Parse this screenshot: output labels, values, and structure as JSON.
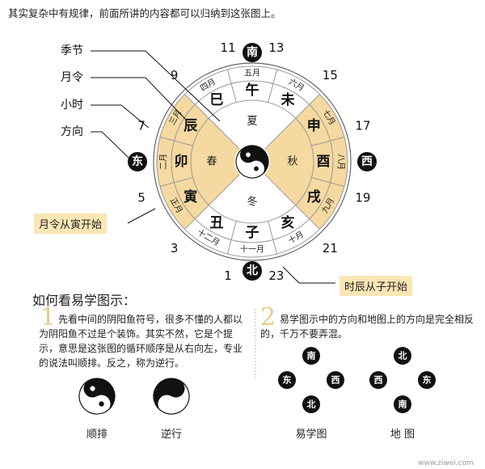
{
  "header": {
    "intro": "其实复杂中有规律，前面所讲的内容都可以归纳到这张图上。"
  },
  "legend_labels": {
    "season": "季节",
    "month": "月令",
    "hour": "小时",
    "direction": "方向"
  },
  "directions": {
    "south": "南",
    "north": "北",
    "east": "东",
    "west": "西"
  },
  "hours": {
    "h1": "1",
    "h3": "3",
    "h5": "5",
    "h7": "7",
    "h9": "9",
    "h11": "11",
    "h13": "13",
    "h15": "15",
    "h17": "17",
    "h19": "19",
    "h21": "21",
    "h23": "23"
  },
  "branches": {
    "zi": "子",
    "chou": "丑",
    "yin": "寅",
    "mao": "卯",
    "chen": "辰",
    "si": "巳",
    "wu": "午",
    "wei": "未",
    "shen": "申",
    "you": "酉",
    "xu": "戌",
    "hai": "亥"
  },
  "months": {
    "zi": "十一月",
    "chou": "十二月",
    "yin": "正月",
    "mao": "二月",
    "chen": "三月",
    "si": "四月",
    "wu": "五月",
    "wei": "六月",
    "shen": "七月",
    "you": "八月",
    "xu": "九月",
    "hai": "十月"
  },
  "seasons": {
    "spring": "春",
    "summer": "夏",
    "autumn": "秋",
    "winter": "冬"
  },
  "callouts": {
    "month_start": "月令从寅开始",
    "hour_start": "时辰从子开始"
  },
  "section": {
    "title": "如何看易学图示："
  },
  "tip1": {
    "num": "1",
    "text": "先看中间的阴阳鱼符号，很多不懂的人都以为阴阳鱼不过是个装饰。其实不然，它是个提示，意思是这张图的循环顺序是从右向左，专业的说法叫顺排。反之，称为逆行。"
  },
  "tip2": {
    "num": "2",
    "text": "易学图示中的方向和地图上的方向是完全相反的，千万不要弄混。"
  },
  "symbols": {
    "forward": "顺排",
    "reverse": "逆行"
  },
  "compass_yixue": {
    "label": "易学图",
    "top": "南",
    "left": "东",
    "right": "西",
    "bottom": "北"
  },
  "compass_map": {
    "label": "地 图",
    "top": "北",
    "left": "西",
    "right": "东",
    "bottom": "南"
  },
  "colors": {
    "tan": "#f5d9a0",
    "tan_light": "#fbeccb",
    "ring_line": "#999999",
    "dark": "#111111"
  },
  "watermark": "www.ziwei.com"
}
